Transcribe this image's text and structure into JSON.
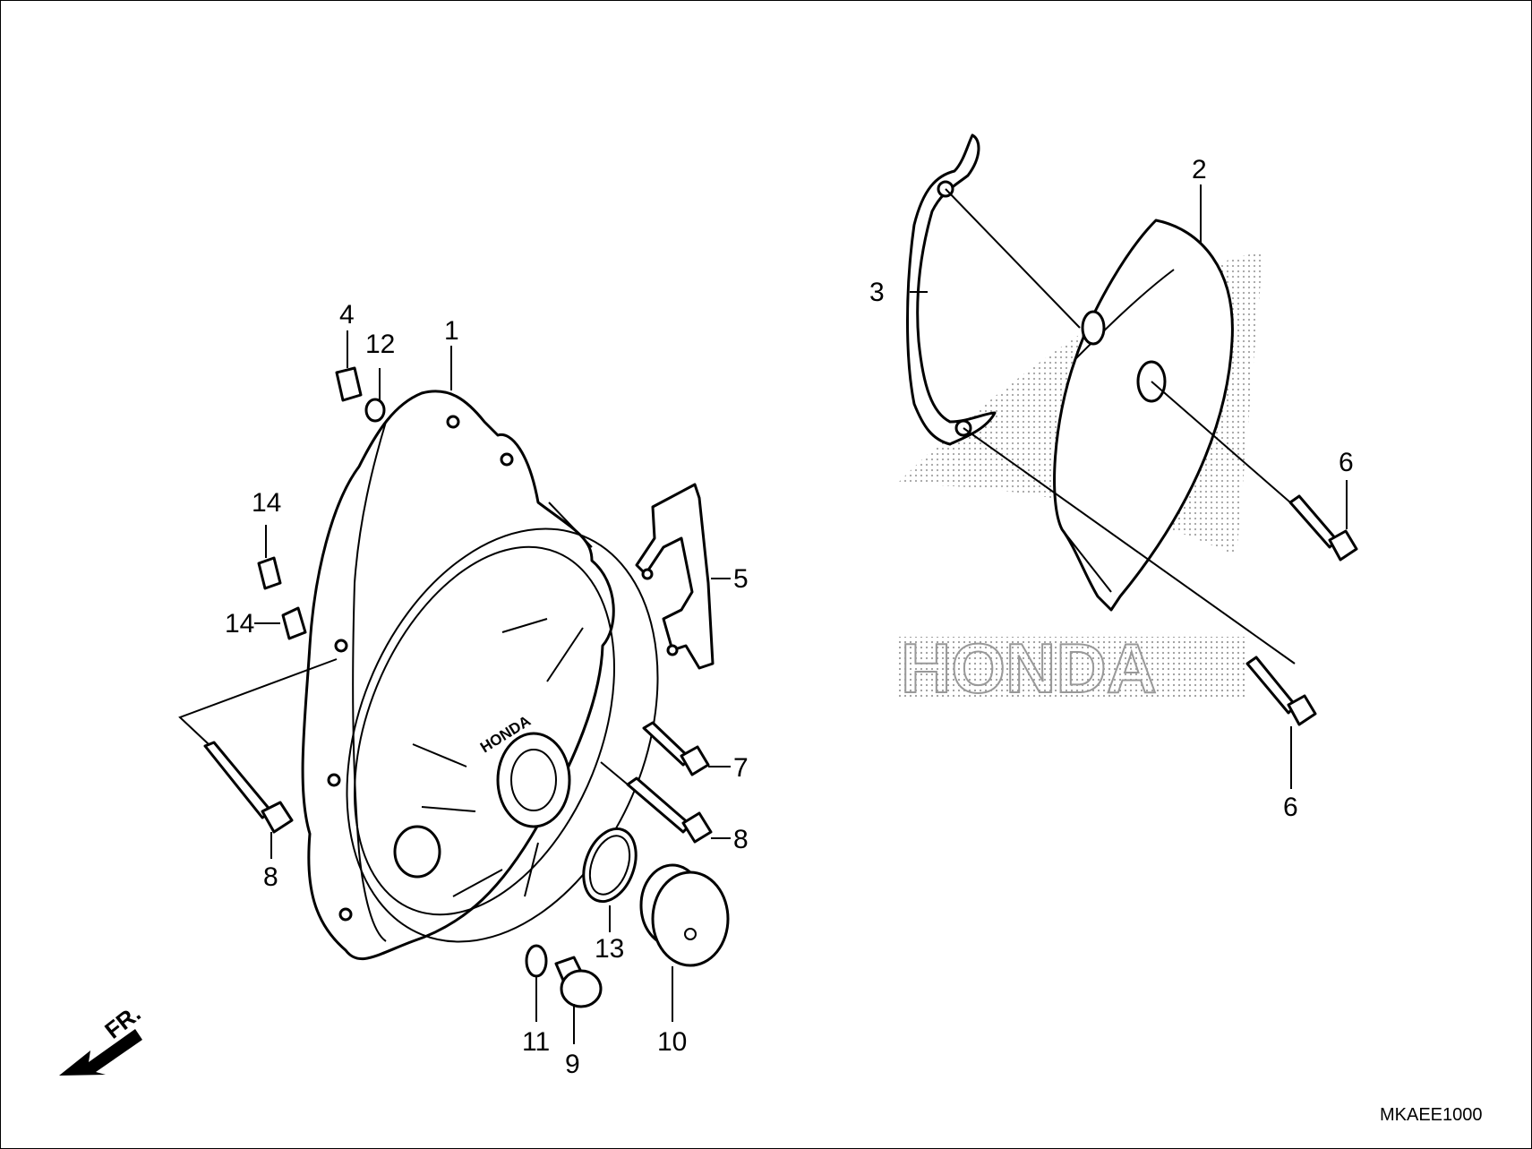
{
  "diagram": {
    "callouts": [
      {
        "id": "1",
        "text": "1"
      },
      {
        "id": "2",
        "text": "2"
      },
      {
        "id": "3",
        "text": "3"
      },
      {
        "id": "4",
        "text": "4"
      },
      {
        "id": "5",
        "text": "5"
      },
      {
        "id": "6a",
        "text": "6"
      },
      {
        "id": "6b",
        "text": "6"
      },
      {
        "id": "7",
        "text": "7"
      },
      {
        "id": "8a",
        "text": "8"
      },
      {
        "id": "8b",
        "text": "8"
      },
      {
        "id": "9",
        "text": "9"
      },
      {
        "id": "10",
        "text": "10"
      },
      {
        "id": "11",
        "text": "11"
      },
      {
        "id": "12",
        "text": "12"
      },
      {
        "id": "13",
        "text": "13"
      },
      {
        "id": "14a",
        "text": "14"
      },
      {
        "id": "14b",
        "text": "14"
      }
    ],
    "front_arrow_label": "FR.",
    "diagram_code": "MKAEE1000",
    "cover_embossing": "HONDA",
    "watermark": "HONDA"
  }
}
